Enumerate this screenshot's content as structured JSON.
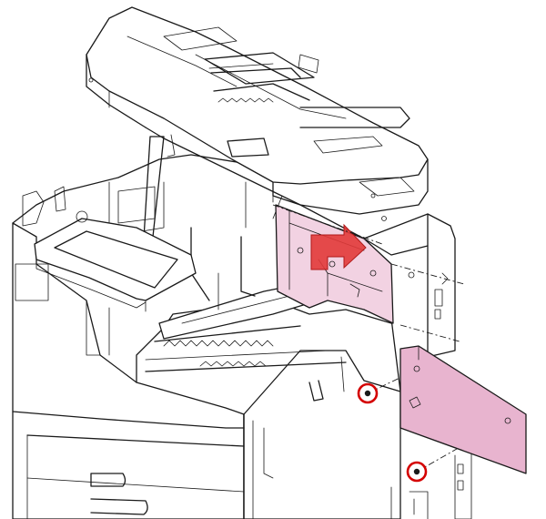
{
  "colors": {
    "line": "#1a1a1a",
    "panel_fill": "#e8b4cf",
    "cavity_fill": "#f2d2e2",
    "arrow_fill": "#e23a3a",
    "marker": "#d40000",
    "background": "#ffffff"
  },
  "icons": {
    "screw_markers": [
      "screw-marker-icon",
      "screw-marker-icon"
    ],
    "movement_arrow": "red-l-arrow-icon"
  },
  "steps": [
    {
      "id": 1,
      "action": "remove-screws",
      "count": 2
    },
    {
      "id": 2,
      "action": "slide-panel-up-and-right"
    },
    {
      "id": 3,
      "action": "remove-side-panel"
    }
  ]
}
